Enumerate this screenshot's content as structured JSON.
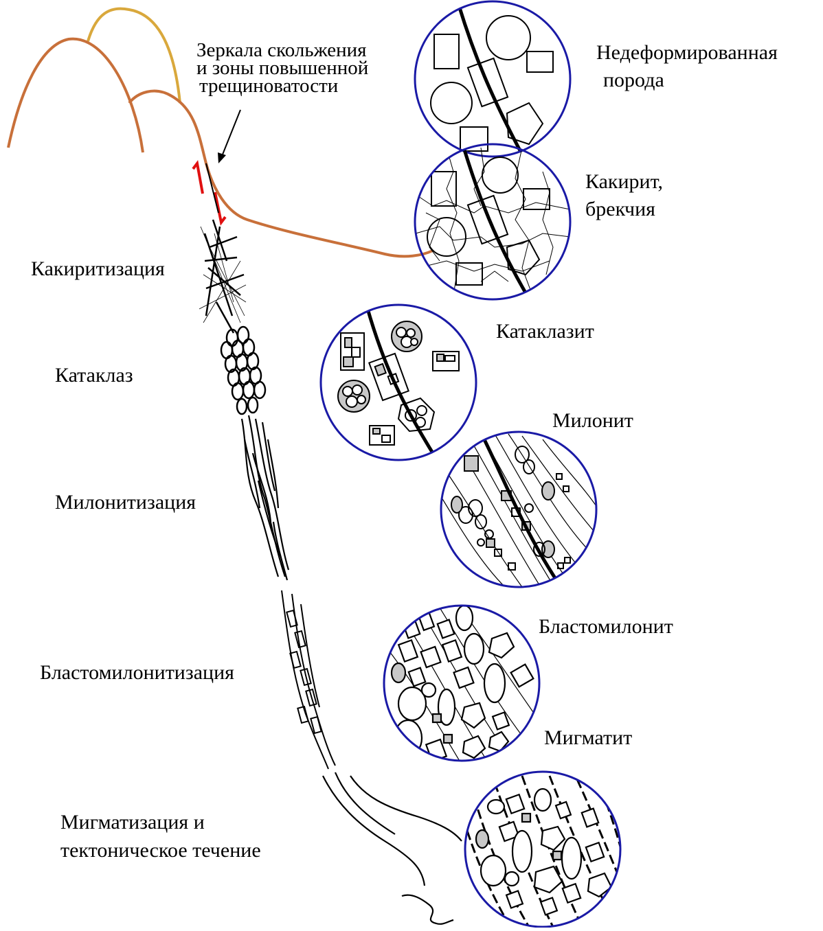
{
  "colors": {
    "profile_main": "#c8703a",
    "profile_back": "#d9a83c",
    "slip_arrow": "#e01010",
    "circle_border": "#1a1aa6",
    "grain_fill": "#c8c8c8",
    "line": "#000000"
  },
  "annotation": {
    "lines": [
      "Зеркала скольжения",
      "и зоны повышенной",
      "трещиноватости"
    ]
  },
  "process_labels": {
    "cataclasis_start": "Какиритизация",
    "cataclasis": "Катаклаз",
    "mylonitization": "Милонитизация",
    "blastomylonitization": "Бластомилонитизация",
    "migmatization_line1": "Мигматизация и",
    "migmatization_line2": "тектоническое течение"
  },
  "rock_labels": {
    "undeformed_line1": "Недеформированная",
    "undeformed_line2": "порода",
    "cakirite_line1": "Какирит,",
    "cakirite_line2": "брекчия",
    "cataclasite": "Катаклазит",
    "mylonite": "Милонит",
    "blastomylonite": "Бластомилонит",
    "migmatite": "Мигматит"
  }
}
